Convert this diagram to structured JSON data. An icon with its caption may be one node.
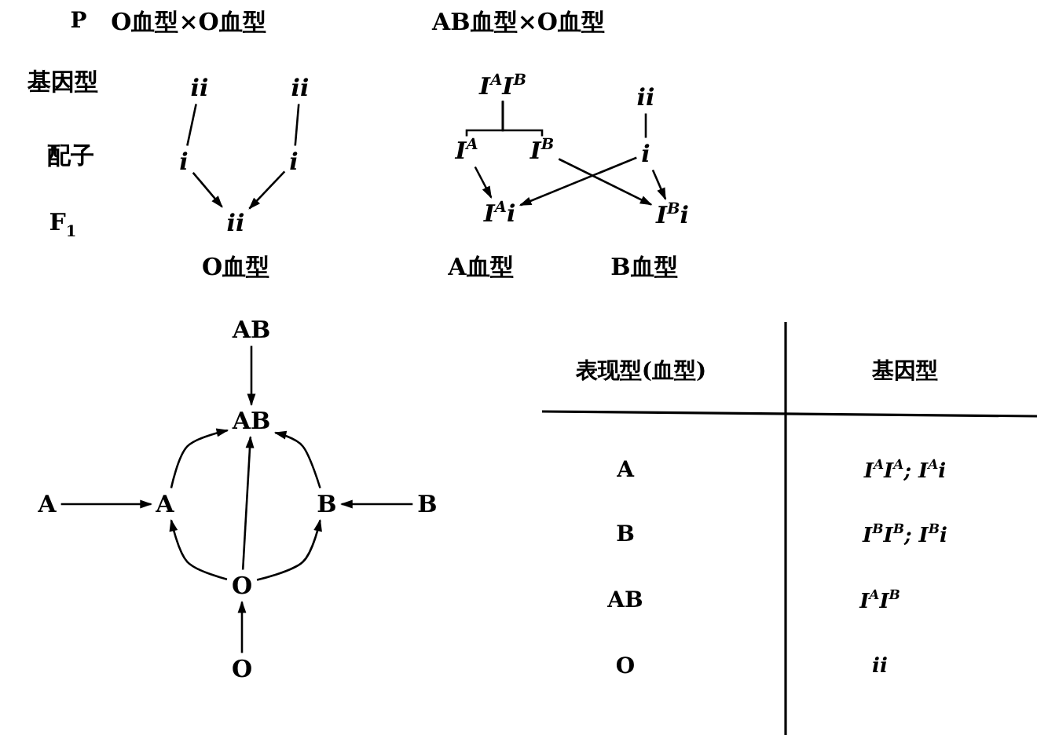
{
  "diagram": {
    "nodes": [
      {
        "text": [
          "ii"
        ]
      },
      {
        "text": [
          "ii"
        ]
      },
      {
        "text": [
          "i"
        ]
      },
      {
        "text": [
          "i"
        ]
      },
      {
        "text": [
          "ii"
        ]
      },
      {
        "text": [
          "I$^{A}$I$^{B}$"
        ]
      },
      {
        "text": [
          "ii"
        ]
      },
      {
        "text": [
          "I$^{A}$"
        ]
      },
      {
        "text": [
          "I$^{B}$"
        ]
      },
      {
        "text": [
          "i"
        ]
      },
      {
        "text": [
          "I$^{A}$i"
        ]
      },
      {
        "text": [
          "I$^{B}$i"
        ]
      },
      {
        "text": [
          "AB"
        ]
      },
      {
        "text": [
          "AB"
        ]
      },
      {
        "text": [
          "A"
        ]
      },
      {
        "text": [
          "A"
        ]
      },
      {
        "text": [
          "B"
        ]
      },
      {
        "text": [
          "B"
        ]
      },
      {
        "text": [
          "O"
        ]
      },
      {
        "text": [
          "O"
        ]
      }
    ],
    "edges": [
      {
        "from": 0,
        "to": 2,
        "arrow": "none"
      },
      {
        "from": 1,
        "to": 3,
        "arrow": "none"
      },
      {
        "from": 2,
        "to": 4,
        "arrow": "to"
      },
      {
        "from": 3,
        "to": 4,
        "arrow": "to"
      },
      {
        "from": 5,
        "to": 7,
        "arrow": "none"
      },
      {
        "from": 5,
        "to": 8,
        "arrow": "none"
      },
      {
        "from": 6,
        "to": 9,
        "arrow": "none"
      },
      {
        "from": 7,
        "to": 10,
        "arrow": "to"
      },
      {
        "from": 9,
        "to": 10,
        "arrow": "to"
      },
      {
        "from": 8,
        "to": 11,
        "arrow": "to"
      },
      {
        "from": 9,
        "to": 11,
        "arrow": "to"
      },
      {
        "from": 12,
        "to": 13,
        "arrow": "to"
      },
      {
        "from": 14,
        "to": 15,
        "arrow": "to"
      },
      {
        "from": 17,
        "to": 16,
        "arrow": "to"
      },
      {
        "from": 19,
        "to": 18,
        "arrow": "to"
      },
      {
        "from": 18,
        "to": 15,
        "arrow": "to"
      },
      {
        "from": 18,
        "to": 16,
        "arrow": "to"
      },
      {
        "from": 18,
        "to": 13,
        "arrow": "to"
      },
      {
        "from": 15,
        "to": 13,
        "arrow": "to"
      },
      {
        "from": 16,
        "to": 13,
        "arrow": "to"
      }
    ],
    "labels": [
      "P",
      "O血型×O血型",
      "AB血型×O血型",
      "基因型",
      "配子",
      "F$_{1}$",
      "O血型",
      "A血型",
      "B血型",
      "表现型(血型)",
      "基因型",
      "A",
      "I$^{A}$I$^{A}$; I$^{A}$i",
      "B",
      "I$^{B}$I$^{B}$; I$^{B}$i",
      "AB",
      "I$^{A}$I$^{B}$",
      "O",
      "ii"
    ]
  }
}
